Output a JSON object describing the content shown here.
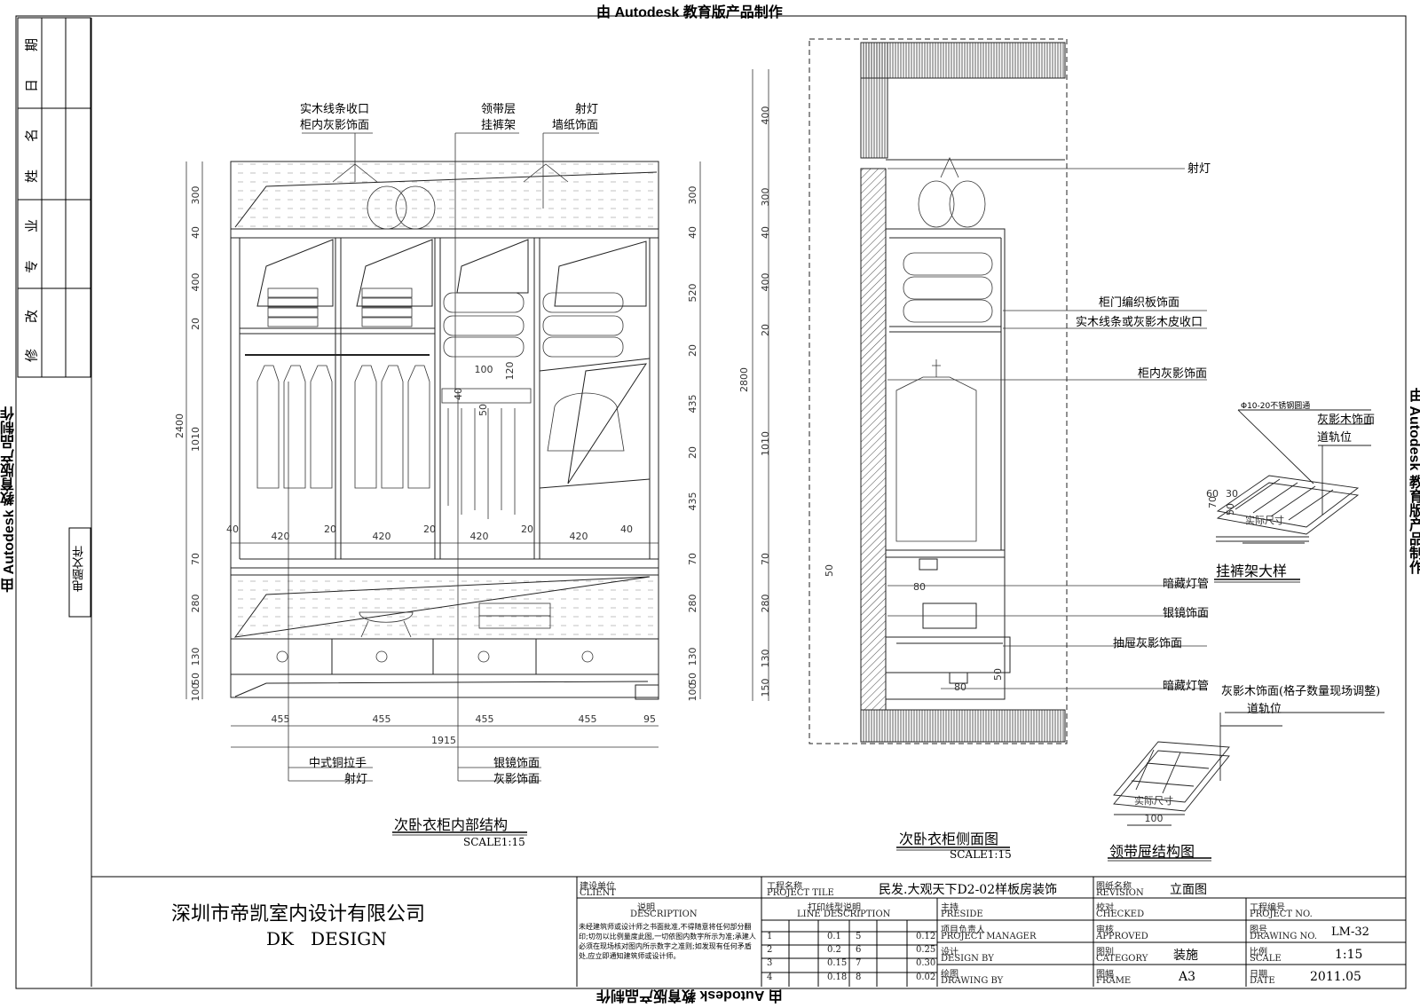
{
  "watermark": "由 Autodesk 教育版产品制作",
  "sidebar": {
    "cells": [
      "期",
      "日",
      "名",
      "姓",
      "业",
      "专",
      "改",
      "修"
    ],
    "computer_file": "电脑文件"
  },
  "front_view": {
    "title": "次卧衣柜内部结构",
    "scale": "SCALE1:15",
    "labels_top": [
      "实木线条收口",
      "柜内灰影饰面",
      "领带层",
      "挂裤架",
      "射灯",
      "墙纸饰面"
    ],
    "labels_bottom": [
      "中式铜拉手",
      "射灯",
      "银镜饰面",
      "灰影饰面"
    ],
    "dims_left": [
      "300",
      "40",
      "400",
      "20",
      "1010",
      "70",
      "280",
      "130",
      "50",
      "100",
      "2400"
    ],
    "dims_right": [
      "300",
      "40",
      "520",
      "20",
      "435",
      "20",
      "435",
      "70",
      "280",
      "130",
      "50",
      "100"
    ],
    "dims_widths": [
      "420",
      "420",
      "420",
      "420",
      "40",
      "20",
      "20",
      "20",
      "40"
    ],
    "dims_bottom": [
      "455",
      "455",
      "455",
      "455",
      "95",
      "1915"
    ],
    "dims_inner": [
      "100",
      "120",
      "50",
      "40"
    ]
  },
  "side_view": {
    "title": "次卧衣柜侧面图",
    "scale": "SCALE1:15",
    "dims_left": [
      "400",
      "300",
      "40",
      "400",
      "20",
      "1010",
      "70",
      "280",
      "130",
      "150",
      "2800",
      "50"
    ],
    "dims_small": [
      "80",
      "80",
      "50"
    ],
    "labels": [
      "射灯",
      "柜门编织板饰面",
      "实木线条或灰影木皮收口",
      "柜内灰影饰面",
      "暗藏灯管",
      "银镜饰面",
      "抽屉灰影饰面",
      "暗藏灯管"
    ]
  },
  "details": {
    "pants_rack": {
      "title": "挂裤架大样",
      "labels": [
        "Φ10-20不锈钢圆通",
        "灰影木饰面",
        "道轨位"
      ],
      "dims": [
        "60",
        "30",
        "70",
        "50",
        "实际尺寸"
      ]
    },
    "tie_drawer": {
      "title": "领带屉结构图",
      "labels": [
        "灰影木饰面(格子数量现场调整)",
        "道轨位"
      ],
      "dims": [
        "100",
        "实际尺寸"
      ]
    }
  },
  "title_block": {
    "company_cn": "深圳市帝凯室内设计有限公司",
    "company_en": "DK   DESIGN",
    "client_cn": "建设单位",
    "client_en": "CLIENT",
    "project_title_cn": "工程名称",
    "project_title_en": "PROJECT TILE",
    "project_title_value": "民发.大观天下D2-02样板房装饰",
    "revision_cn": "图纸名称",
    "revision_en": "REVISION",
    "revision_value": "立面图",
    "description_cn": "说明",
    "description_en": "DESCRIPTION",
    "description_text": "未经建筑师或设计师之书面批准,不得随意将任何部分翻印;切勿以比例量度此图,一切依图内数字所示为准;承建人必须在现场核对图内所示数字之准则;如发现有任何矛盾处,应立即通知建筑师或设计师。",
    "line_desc_cn": "打印线型说明",
    "line_desc_en": "LINE DESCRIPTION",
    "line_table": [
      [
        "1",
        "0.1",
        "5",
        "0.12"
      ],
      [
        "2",
        "0.2",
        "6",
        "0.25"
      ],
      [
        "3",
        "0.15",
        "7",
        "0.30"
      ],
      [
        "4",
        "0.18",
        "8",
        "0.02"
      ]
    ],
    "preside_cn": "主持",
    "preside_en": "PRESIDE",
    "pm_cn": "项目负责人",
    "pm_en": "PROJECT MANAGER",
    "design_cn": "设计",
    "design_en": "DESIGN BY",
    "drawing_cn": "绘图",
    "drawing_en": "DRAWING BY",
    "checked_cn": "校对",
    "checked_en": "CHECKED",
    "approved_cn": "审核",
    "approved_en": "APPROVED",
    "category_cn": "图别",
    "category_en": "CATEGORY",
    "category_value": "装施",
    "frame_cn": "图幅",
    "frame_en": "FRAME",
    "frame_value": "A3",
    "project_no_cn": "工程编号",
    "project_no_en": "PROJECT NO.",
    "drawing_no_cn": "图号",
    "drawing_no_en": "DRAWING NO.",
    "drawing_no_value": "LM-32",
    "scale_cn": "比例",
    "scale_en": "SCALE",
    "scale_value": "1:15",
    "date_cn": "日期",
    "date_en": "DATE",
    "date_value": "2011.05"
  }
}
